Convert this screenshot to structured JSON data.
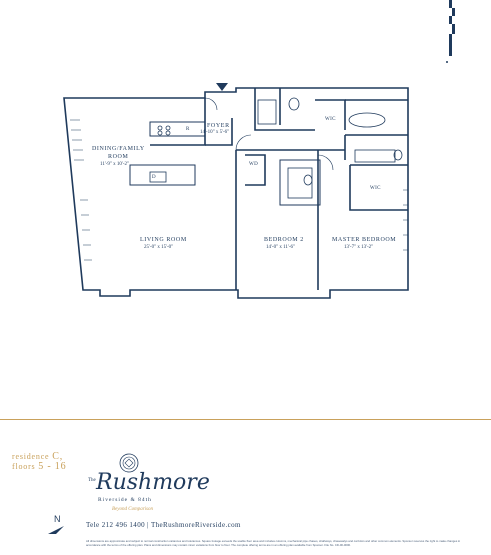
{
  "rooms": {
    "foyer": {
      "name": "Foyer",
      "dims": "14'-10\" x 5'-6\""
    },
    "dining": {
      "name": "Dining/Family",
      "name2": "Room",
      "dims": "11'-9\" x 10'-2\""
    },
    "living": {
      "name": "Living Room",
      "dims": "25'-0\" x 15'-0\""
    },
    "bedroom2": {
      "name": "Bedroom 2",
      "dims": "14'-0\" x 11'-6\""
    },
    "master": {
      "name": "Master Bedroom",
      "dims": "13'-7\" x 13'-2\""
    }
  },
  "labels": {
    "wic1": "WIC",
    "wic2": "WIC",
    "wd": "WD",
    "r": "R",
    "d": "D"
  },
  "residence": {
    "line1_prefix": "residence",
    "line1_unit": "C,",
    "line2_prefix": "floors",
    "line2_range": "5 - 16"
  },
  "logo": {
    "the": "The",
    "name": "Rushmore",
    "sub": "Riverside & 84th",
    "tagline": "Beyond Comparison"
  },
  "contact": "Tele 212 496 1400 | TheRushmoreRiverside.com",
  "north_label": "N",
  "disclaimer": "All dimensions are approximate and subject to normal construction variances and tolerances. Square footage exceeds the usable floor area and includes columns, mechanical pipe chases, shaftways, chasewalys and corridors and other common elements. Sponsor reserves the right to make changes in accordance with the terms of the offering plan. Plans and dimensions may contain minor variations from floor to floor. The complete offering terms are in an offering plan available from Sponsor. File No. CD-00-0000.",
  "colors": {
    "navy": "#1f3a5c",
    "gold": "#c9a15b"
  }
}
